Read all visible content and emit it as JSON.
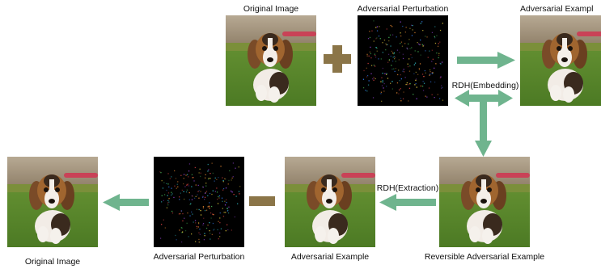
{
  "diagram": {
    "top_row": {
      "original_label": "Original Image",
      "perturbation_label": "Adversarial Perturbation",
      "adversarial_label": "Adversarial Exampl"
    },
    "rdh_embedding_label": "RDH(Embedding)",
    "rdh_extraction_label": "RDH(Extraction)",
    "bottom_row": {
      "original_label": "Original Image",
      "perturbation_label": "Adversarial Perturbation",
      "adversarial_label": "Adversarial Example",
      "reversible_label": "Reversible Adversarial Example"
    },
    "colors": {
      "arrow": "#6fb48e",
      "operator": "#8b7548",
      "grass": "#5f8a2e",
      "fence": "#9a8872"
    },
    "icons": [
      "puppy-photo",
      "noise-pattern",
      "plus-operator",
      "minus-operator",
      "arrow-right",
      "arrow-left",
      "arrow-down",
      "arrow-double"
    ]
  }
}
